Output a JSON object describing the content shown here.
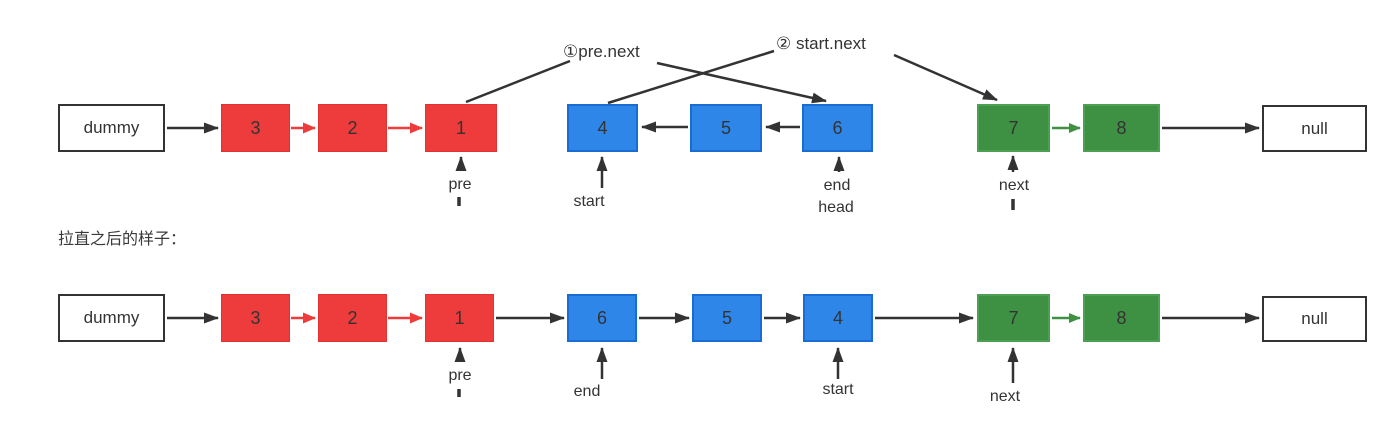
{
  "caption": "拉直之后的样子：",
  "annotations": {
    "pre_next": "①pre.next",
    "start_next": "② start.next"
  },
  "top_row": {
    "nodes": {
      "dummy": "dummy",
      "n3": "3",
      "n2": "2",
      "n1": "1",
      "n4": "4",
      "n5": "5",
      "n6": "6",
      "n7": "7",
      "n8": "8",
      "null": "null"
    },
    "pointers": {
      "pre": "pre",
      "start": "start",
      "end": "end",
      "head": "head",
      "next": "next"
    }
  },
  "bottom_row": {
    "nodes": {
      "dummy": "dummy",
      "n3": "3",
      "n2": "2",
      "n1": "1",
      "n6": "6",
      "n5": "5",
      "n4": "4",
      "n7": "7",
      "n8": "8",
      "null": "null"
    },
    "pointers": {
      "pre": "pre",
      "end": "end",
      "start": "start",
      "next": "next"
    }
  },
  "colors": {
    "red": "#ee3b3b",
    "blue": "#2e86e8",
    "green": "#3e9143",
    "line": "#333333"
  }
}
